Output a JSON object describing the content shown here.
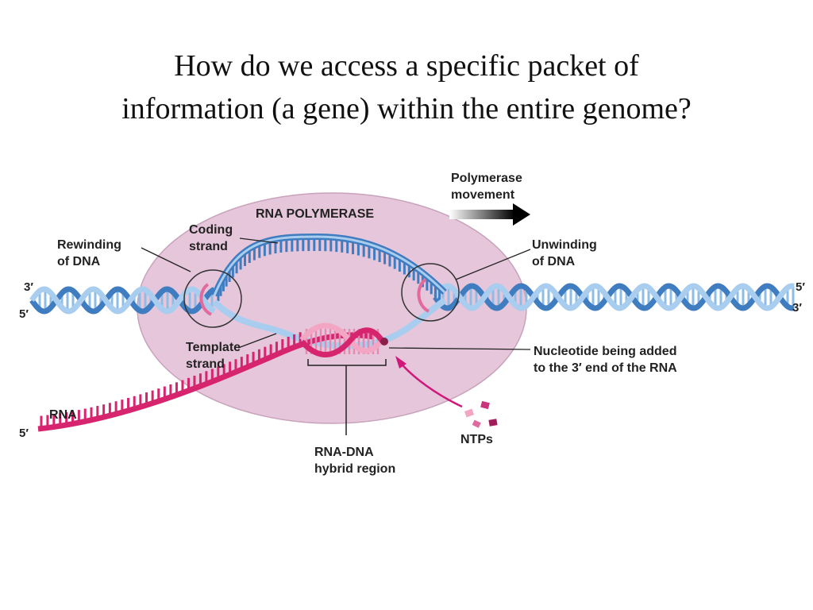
{
  "slide": {
    "title_line1": "How do we access a specific packet of",
    "title_line2": "information (a gene) within the entire genome?"
  },
  "diagram": {
    "labels": {
      "polymerase_movement_1": "Polymerase",
      "polymerase_movement_2": "movement",
      "rna_polymerase": "RNA POLYMERASE",
      "coding_strand_1": "Coding",
      "coding_strand_2": "strand",
      "rewinding_1": "Rewinding",
      "rewinding_2": "of DNA",
      "unwinding_1": "Unwinding",
      "unwinding_2": "of DNA",
      "template_strand_1": "Template",
      "template_strand_2": "strand",
      "nucleotide_added_1": "Nucleotide being added",
      "nucleotide_added_2": "to the 3′ end of the RNA",
      "rna": "RNA",
      "ntps": "NTPs",
      "hybrid_region_1": "RNA-DNA",
      "hybrid_region_2": "hybrid region"
    },
    "ends": {
      "left_top": "3′",
      "left_bottom": "5′",
      "right_top": "5′",
      "right_bottom": "3′",
      "rna_5": "5′"
    },
    "colors": {
      "polymerase_fill": "#e6c6da",
      "dna_dark": "#3f7cc0",
      "dna_light": "#a9cdef",
      "rna": "#d6246e",
      "rna_light": "#f2a6c4",
      "arrow": "#d0187a"
    }
  }
}
